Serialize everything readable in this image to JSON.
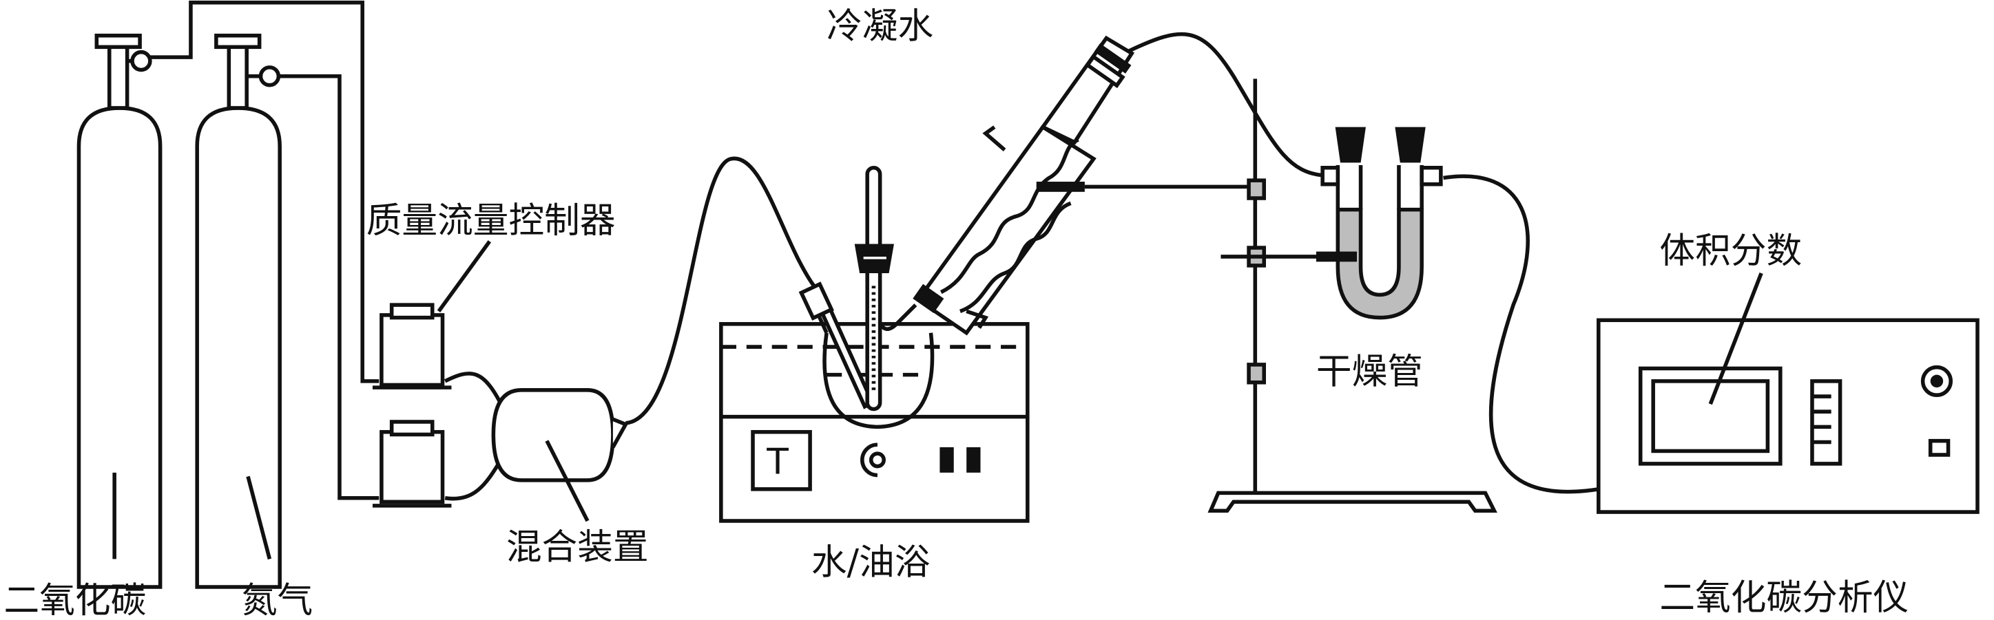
{
  "labels": {
    "co2_cylinder": "二氧化碳",
    "n2_cylinder": "氮气",
    "mass_flow_controller": "质量流量控制器",
    "mixer": "混合装置",
    "condenser_water": "冷凝水",
    "bath": "水/油浴",
    "temperature_display": "T",
    "drying_tube": "干燥管",
    "volume_fraction": "体积分数",
    "co2_analyzer": "二氧化碳分析仪"
  },
  "colors": {
    "line": "#111111",
    "desiccant": "#bdbdbd",
    "background": "#ffffff"
  }
}
